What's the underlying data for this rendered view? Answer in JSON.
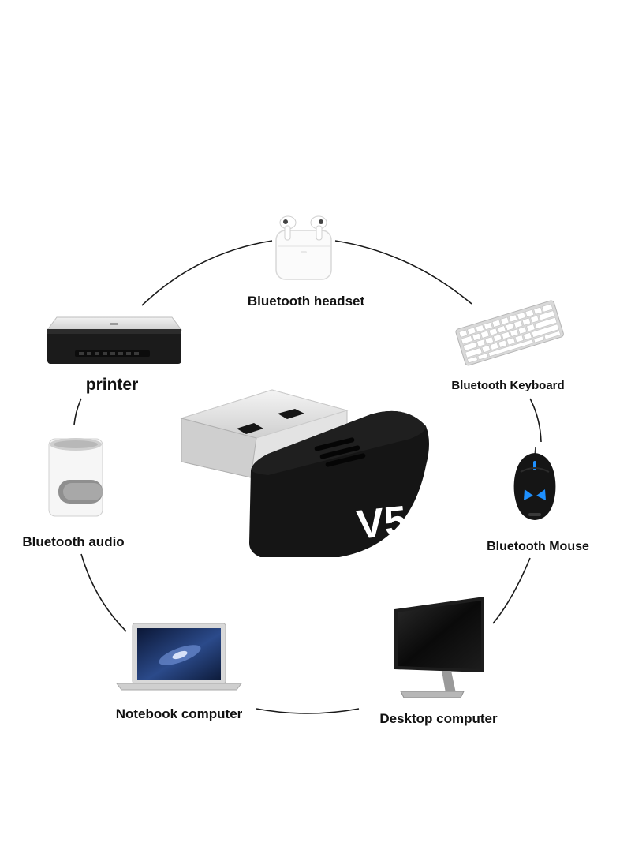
{
  "diagram": {
    "center_device": {
      "name": "usb-bluetooth-adapter",
      "badge_text": "V5.",
      "body_color": "#121212",
      "connector_color": "#e9e9e9"
    },
    "devices": [
      {
        "id": "headset",
        "label": "Bluetooth headset",
        "icon": "earbuds-case-icon"
      },
      {
        "id": "keyboard",
        "label": "Bluetooth Keyboard",
        "icon": "keyboard-icon"
      },
      {
        "id": "mouse",
        "label": "Bluetooth Mouse",
        "icon": "gaming-mouse-icon"
      },
      {
        "id": "desktop",
        "label": "Desktop computer",
        "icon": "monitor-icon"
      },
      {
        "id": "notebook",
        "label": "Notebook computer",
        "icon": "laptop-icon"
      },
      {
        "id": "audio",
        "label": "Bluetooth audio",
        "icon": "speaker-icon"
      },
      {
        "id": "printer",
        "label": "printer",
        "icon": "printer-icon"
      }
    ],
    "colors": {
      "background": "#ffffff",
      "ring_line": "#1a1a1a",
      "label_text": "#111111",
      "mouse_accent": "#1e90ff"
    }
  }
}
